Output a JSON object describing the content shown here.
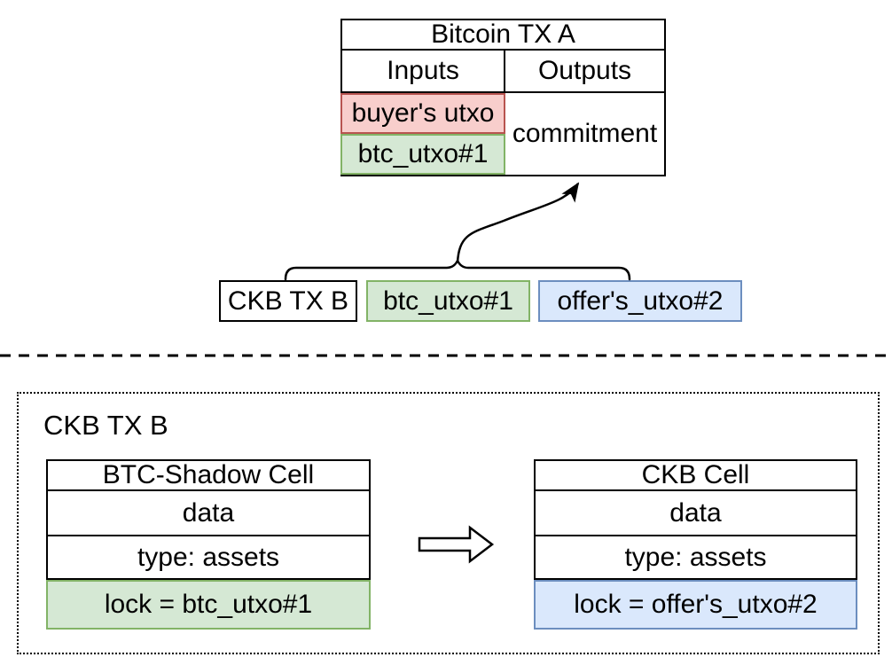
{
  "diagram": {
    "bitcoin_tx": {
      "title": "Bitcoin TX A",
      "inputs_header": "Inputs",
      "outputs_header": "Outputs",
      "input_rows": [
        {
          "label": "buyer's utxo",
          "color_name": "red"
        },
        {
          "label": "btc_utxo#1",
          "color_name": "green"
        }
      ],
      "output_cell": "commitment"
    },
    "ckb_inputs_row": {
      "tx_box": "CKB TX B",
      "utxo_boxes": [
        {
          "label": "btc_utxo#1",
          "color_name": "green"
        },
        {
          "label": "offer's_utxo#2",
          "color_name": "blue"
        }
      ]
    },
    "ckb_tx_detail": {
      "group_label": "CKB TX B",
      "cells": [
        {
          "title": "BTC-Shadow Cell",
          "data_row": "data",
          "type_row": "type: assets",
          "lock_row": "lock = btc_utxo#1",
          "lock_color_name": "green"
        },
        {
          "title": "CKB Cell",
          "data_row": "data",
          "type_row": "type: assets",
          "lock_row": "lock = offer's_utxo#2",
          "lock_color_name": "blue"
        }
      ]
    },
    "colors": {
      "red_fill": "#f8cecc",
      "red_stroke": "#b85450",
      "green_fill": "#d5e8d4",
      "green_stroke": "#82b366",
      "blue_fill": "#dae8fc",
      "blue_stroke": "#6c8ebf",
      "line": "#000000",
      "background": "#ffffff",
      "text": "#000000"
    }
  }
}
